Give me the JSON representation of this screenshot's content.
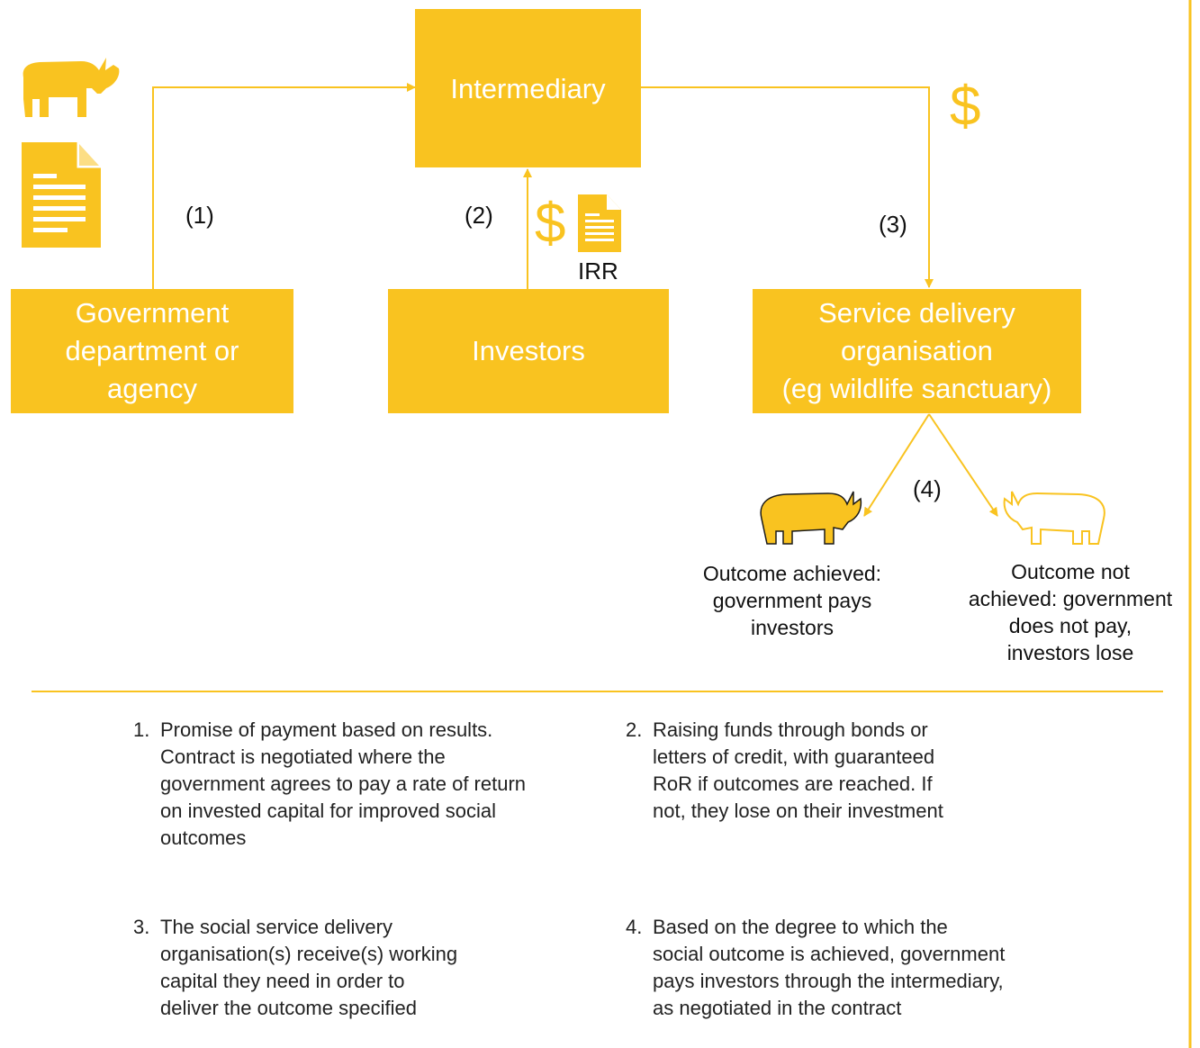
{
  "colors": {
    "accent": "#F9C320",
    "text": "#1a1a1a",
    "background": "#ffffff"
  },
  "boxes": {
    "intermediary": "Intermediary",
    "government": "Government\ndepartment or\nagency",
    "investors": "Investors",
    "service": "Service delivery\norganisation\n(eg wildlife sanctuary)"
  },
  "steps": {
    "s1": "(1)",
    "s2": "(2)",
    "s3": "(3)",
    "s4": "(4)"
  },
  "symbols": {
    "dollar": "$",
    "irr": "IRR"
  },
  "icons": [
    "rhino-icon",
    "document-icon",
    "rhino-solid-icon",
    "rhino-outline-icon"
  ],
  "outcomes": {
    "achieved": "Outcome achieved:\ngovernment pays\ninvestors",
    "not_achieved": "Outcome not\nachieved: government\ndoes not pay,\ninvestors lose"
  },
  "notes": [
    {
      "num": "1.",
      "text": "Promise of payment based on results.\nContract is negotiated where the\ngovernment agrees to pay a rate of return\non invested capital for improved social\noutcomes"
    },
    {
      "num": "2.",
      "text": "Raising funds through bonds or\nletters of credit, with guaranteed\nRoR if outcomes are reached. If\nnot, they lose on their investment"
    },
    {
      "num": "3.",
      "text": "The social service delivery\norganisation(s) receive(s) working\ncapital they need in order to\ndeliver the outcome specified"
    },
    {
      "num": "4.",
      "text": "Based on the degree to which the\nsocial outcome is achieved, government\npays investors through the intermediary,\nas negotiated in the contract"
    }
  ]
}
